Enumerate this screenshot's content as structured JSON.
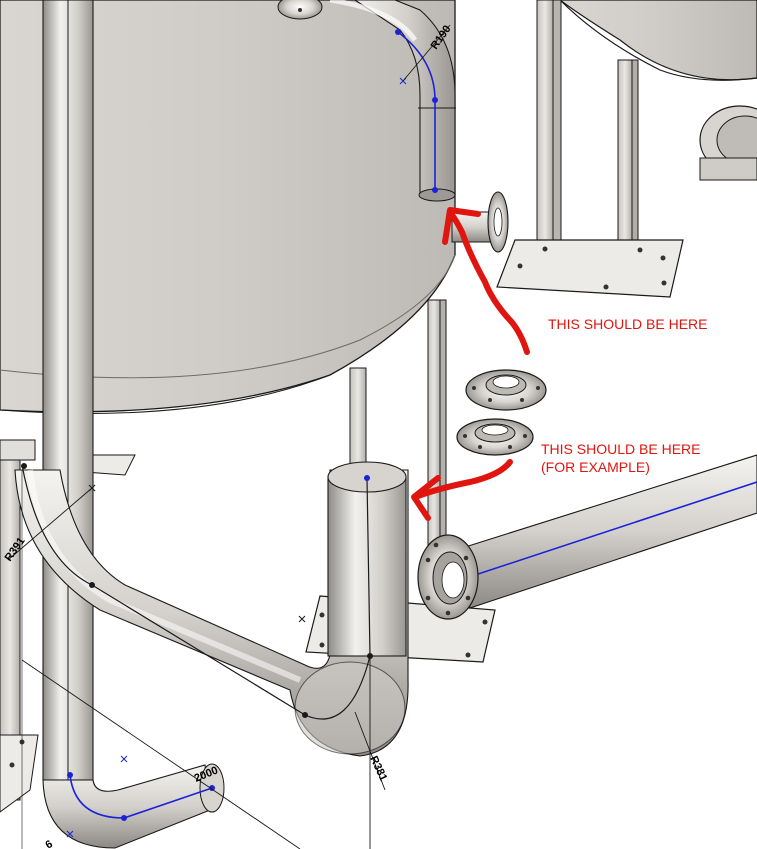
{
  "annotations": {
    "note_upper": "THIS SHOULD BE HERE",
    "note_lower_line1": "THIS SHOULD BE HERE",
    "note_lower_line2": "(FOR EXAMPLE)"
  },
  "dimensions": {
    "top_bend_radius": "R190",
    "left_bend_radius": "R391",
    "lower_bend_radius": "R381",
    "bottom_length": "2000",
    "bottom_left_partial": "6"
  },
  "colors": {
    "annotation_red": "#e0150f",
    "centerline_blue": "#1c22d8",
    "steel_light": "#e6e4e0",
    "steel_mid": "#c9c6c1",
    "steel_dark": "#8e8b86",
    "outline": "#1a1a1a"
  }
}
